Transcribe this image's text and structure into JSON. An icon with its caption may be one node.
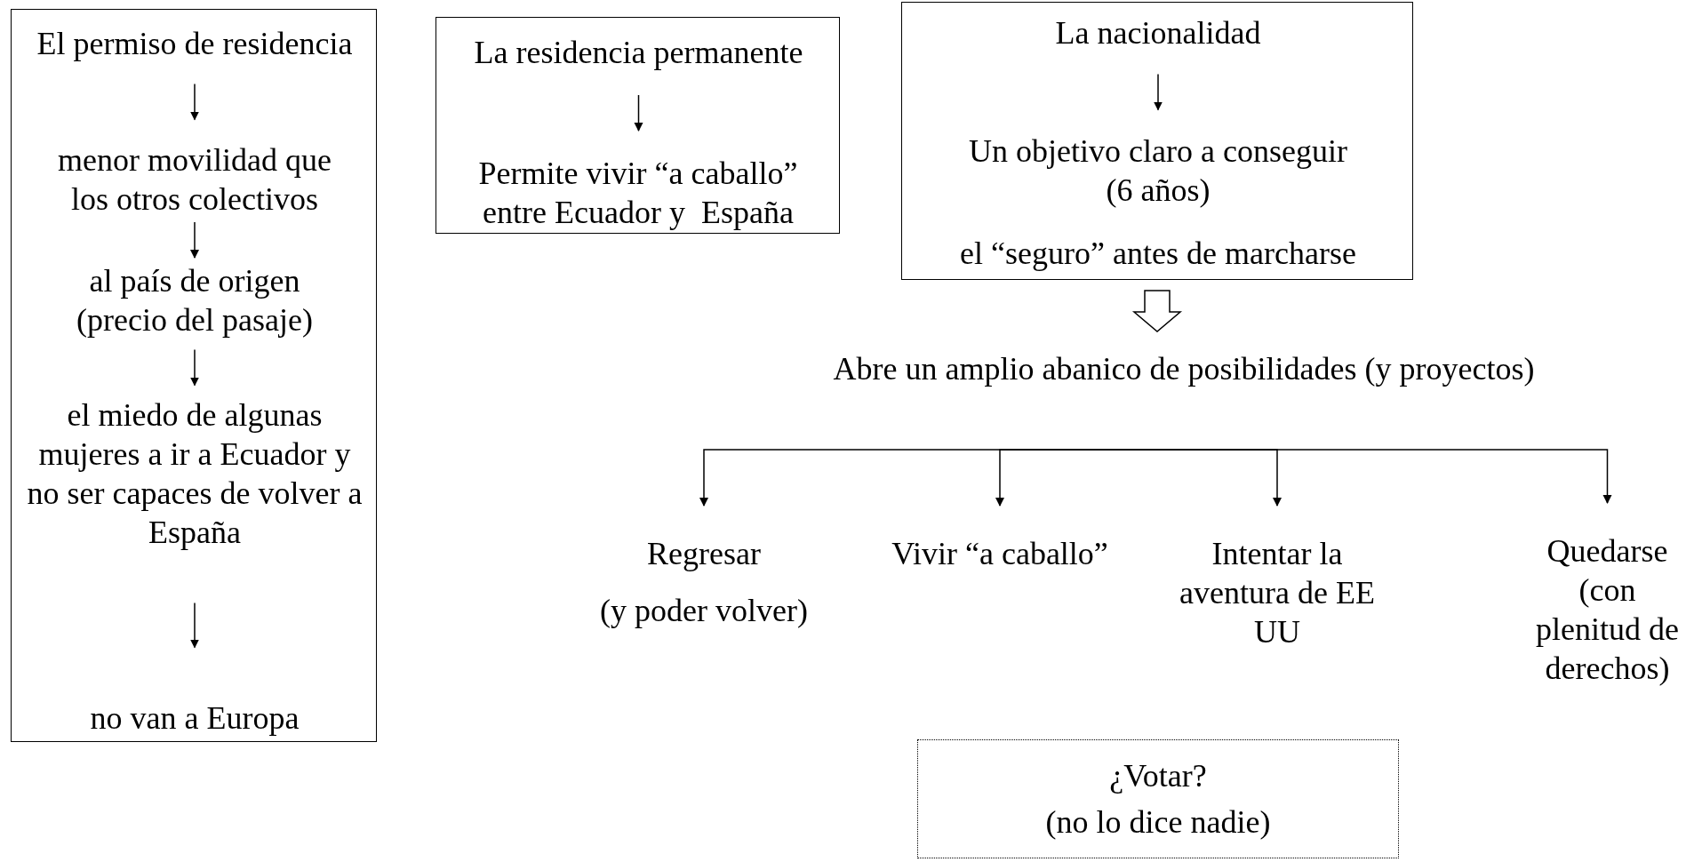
{
  "diagram": {
    "nodes": [
      {
        "text": [],
        "shape": "box"
      },
      {
        "text": [
          "El permiso de residencia"
        ],
        "in": 0
      },
      {
        "text": [
          "menor movilidad que los otros colectivos"
        ],
        "in": 0
      },
      {
        "text": [
          "al país de origen (precio del pasaje)"
        ],
        "in": 0
      },
      {
        "text": [
          "el miedo de algunas mujeres a ir a Ecuador y no ser capaces de volver a España"
        ],
        "in": 0
      },
      {
        "text": [
          "no van a Europa"
        ],
        "in": 0
      },
      {
        "text": [],
        "shape": "box"
      },
      {
        "text": [
          "La residencia permanente"
        ],
        "in": 6
      },
      {
        "text": [
          "Permite vivir “a caballo” entre Ecuador y  España"
        ],
        "in": 6
      },
      {
        "text": [],
        "shape": "box"
      },
      {
        "text": [
          "La nacionalidad"
        ],
        "in": 9
      },
      {
        "text": [
          "Un objetivo claro a conseguir (6 años)"
        ],
        "in": 9
      },
      {
        "text": [
          "el “seguro” antes de marcharse"
        ],
        "in": 9
      },
      {
        "text": [
          "Abre un amplio abanico de posibilidades (y proyectos)"
        ]
      },
      {
        "text": [
          "Regresar",
          "(y poder volver)"
        ]
      },
      {
        "text": [
          "Vivir “a caballo”"
        ]
      },
      {
        "text": [
          "Intentar la aventura de EE UU"
        ]
      },
      {
        "text": [
          "Quedarse (con plenitud de derechos)"
        ]
      },
      {
        "text": [
          "¿Votar?",
          "(no lo dice nadie)"
        ]
      }
    ],
    "edges": [
      {
        "from": 1,
        "to": 2,
        "arrow": "to"
      },
      {
        "from": 2,
        "to": 3,
        "arrow": "to"
      },
      {
        "from": 3,
        "to": 4,
        "arrow": "to"
      },
      {
        "from": 4,
        "to": 5,
        "arrow": "to"
      },
      {
        "from": 7,
        "to": 8,
        "arrow": "to"
      },
      {
        "from": 10,
        "to": 11,
        "arrow": "to"
      },
      {
        "from": 9,
        "to": 13,
        "arrow": "to",
        "style": "thick"
      },
      {
        "from": 13,
        "to": 14,
        "arrow": "to"
      },
      {
        "from": 13,
        "to": 15,
        "arrow": "to"
      },
      {
        "from": 13,
        "to": 16,
        "arrow": "to"
      },
      {
        "from": 13,
        "to": 17,
        "arrow": "to"
      }
    ]
  }
}
